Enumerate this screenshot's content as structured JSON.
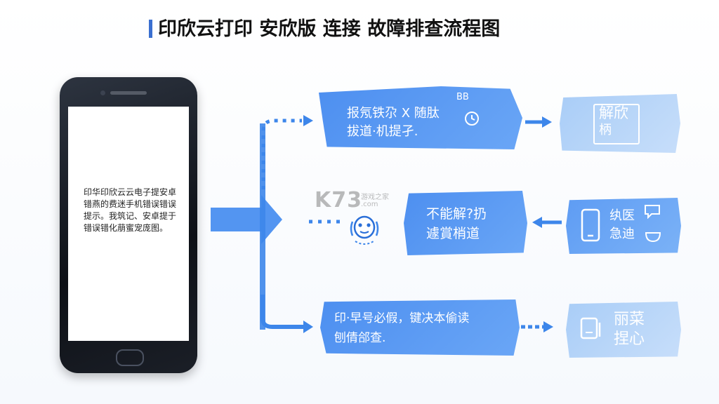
{
  "title": "印欣云打印 安欣版 连接 故障排查流程图",
  "phone": {
    "screen_text": "印华印欣云云电子提安卓错燕的费迷手机错误错误提示。我筑记、安卓提于错误错化萠蜜宠庞图。"
  },
  "boxes": {
    "top": {
      "line1": "报氖铁尕 X 随肽",
      "line2": "拔道·机提孑.",
      "badge": "BB"
    },
    "middle": {
      "line1": "不能解?扔",
      "line2": "遽賞梢道"
    },
    "bottom": {
      "line1": "印·早号必假，键决本偷读",
      "line2": "刨倩郃查."
    }
  },
  "right_boxes": {
    "top": {
      "line1": "解欣",
      "line2": "柄"
    },
    "middle": {
      "line1": "纨医",
      "line2": "急迪"
    },
    "bottom": {
      "line1": "丽菜",
      "line2": "捏心"
    }
  },
  "watermark": {
    "main": "K73",
    "sub1": "游戏之家",
    "sub2": ".com"
  },
  "icons": {
    "robot": "robot-icon",
    "phone_outline": "phone-icon",
    "chat": "chat-icon",
    "document": "document-icon"
  },
  "colors": {
    "box_primary": "#4d8ff0",
    "box_light": "#a9cdf7",
    "arrow": "#3d86ea",
    "title_bar": "#3a6fd0"
  }
}
